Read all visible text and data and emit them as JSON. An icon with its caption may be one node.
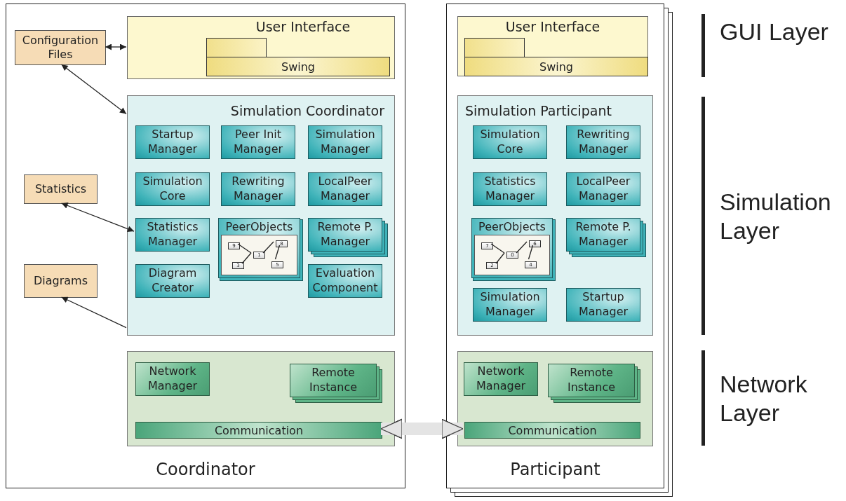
{
  "diagram": {
    "nodes": [
      {
        "text": [
          "Coordinator"
        ]
      },
      {
        "text": [
          "Configuration Files"
        ],
        "in": 0
      },
      {
        "text": [
          "User Interface"
        ],
        "in": 0
      },
      {
        "text": [],
        "shape": "box",
        "in": 2
      },
      {
        "text": [
          "Swing"
        ],
        "in": 2
      },
      {
        "text": [
          "Statistics"
        ],
        "in": 0
      },
      {
        "text": [
          "Diagrams"
        ],
        "in": 0
      },
      {
        "text": [
          "Simulation Coordinator"
        ],
        "in": 0
      },
      {
        "text": [
          "Startup Manager"
        ],
        "in": 7
      },
      {
        "text": [
          "Peer Init Manager"
        ],
        "in": 7
      },
      {
        "text": [
          "Simulation Manager"
        ],
        "in": 7
      },
      {
        "text": [
          "Simulation Core"
        ],
        "in": 7
      },
      {
        "text": [
          "Rewriting Manager"
        ],
        "in": 7
      },
      {
        "text": [
          "LocalPeer Manager"
        ],
        "in": 7
      },
      {
        "text": [
          "Statistics Manager"
        ],
        "in": 7
      },
      {
        "text": [
          "PeerObjects"
        ],
        "in": 7
      },
      {
        "text": [
          "9"
        ],
        "in": 15
      },
      {
        "text": [
          "1"
        ],
        "in": 15
      },
      {
        "text": [
          "8"
        ],
        "in": 15
      },
      {
        "text": [
          "3"
        ],
        "in": 15
      },
      {
        "text": [
          "5"
        ],
        "in": 15
      },
      {
        "text": [
          "Remote P. Manager"
        ],
        "in": 7
      },
      {
        "text": [
          "Diagram Creator"
        ],
        "in": 7
      },
      {
        "text": [
          "Evaluation Component"
        ],
        "in": 7
      },
      {
        "text": [],
        "shape": "box",
        "in": 0
      },
      {
        "text": [
          "Network Manager"
        ],
        "in": 24
      },
      {
        "text": [
          "Remote Instance"
        ],
        "in": 24
      },
      {
        "text": [
          "Communication"
        ],
        "in": 24
      },
      {
        "text": [
          "Participant"
        ]
      },
      {
        "text": [
          "User Interface"
        ],
        "in": 28
      },
      {
        "text": [],
        "shape": "box",
        "in": 29
      },
      {
        "text": [
          "Swing"
        ],
        "in": 29
      },
      {
        "text": [
          "Simulation Participant"
        ],
        "in": 28
      },
      {
        "text": [
          "Simulation Core"
        ],
        "in": 32
      },
      {
        "text": [
          "Rewriting Manager"
        ],
        "in": 32
      },
      {
        "text": [
          "Statistics Manager"
        ],
        "in": 32
      },
      {
        "text": [
          "LocalPeer Manager"
        ],
        "in": 32
      },
      {
        "text": [
          "PeerObjects"
        ],
        "in": 32
      },
      {
        "text": [
          "7"
        ],
        "in": 37
      },
      {
        "text": [
          "0"
        ],
        "in": 37
      },
      {
        "text": [
          "6"
        ],
        "in": 37
      },
      {
        "text": [
          "2"
        ],
        "in": 37
      },
      {
        "text": [
          "4"
        ],
        "in": 37
      },
      {
        "text": [
          "Remote P. Manager"
        ],
        "in": 32
      },
      {
        "text": [
          "Simulation Manager"
        ],
        "in": 32
      },
      {
        "text": [
          "Startup Manager"
        ],
        "in": 32
      },
      {
        "text": [],
        "shape": "box",
        "in": 28
      },
      {
        "text": [
          "Network Manager"
        ],
        "in": 46
      },
      {
        "text": [
          "Remote Instance"
        ],
        "in": 46
      },
      {
        "text": [
          "Communication"
        ],
        "in": 46
      }
    ],
    "edges": [
      {
        "from": 1,
        "to": 2,
        "arrow": "both"
      },
      {
        "from": 1,
        "to": 7,
        "arrow": "both"
      },
      {
        "from": 5,
        "to": 14,
        "arrow": "both"
      },
      {
        "from": 7,
        "to": 6,
        "arrow": "to"
      },
      {
        "from": 27,
        "to": 49,
        "arrow": "both",
        "style": "thick",
        "color": "#e4e4e4"
      },
      {
        "from": 16,
        "to": 17,
        "arrow": "none"
      },
      {
        "from": 19,
        "to": 17,
        "arrow": "none"
      },
      {
        "from": 17,
        "to": 18,
        "arrow": "none"
      },
      {
        "from": 18,
        "to": 20,
        "arrow": "none"
      },
      {
        "from": 38,
        "to": 39,
        "arrow": "none"
      },
      {
        "from": 41,
        "to": 39,
        "arrow": "none"
      },
      {
        "from": 39,
        "to": 40,
        "arrow": "none"
      },
      {
        "from": 40,
        "to": 42,
        "arrow": "none"
      }
    ],
    "labels": [
      "GUI Layer",
      "Simulation Layer",
      "Network Layer"
    ]
  }
}
